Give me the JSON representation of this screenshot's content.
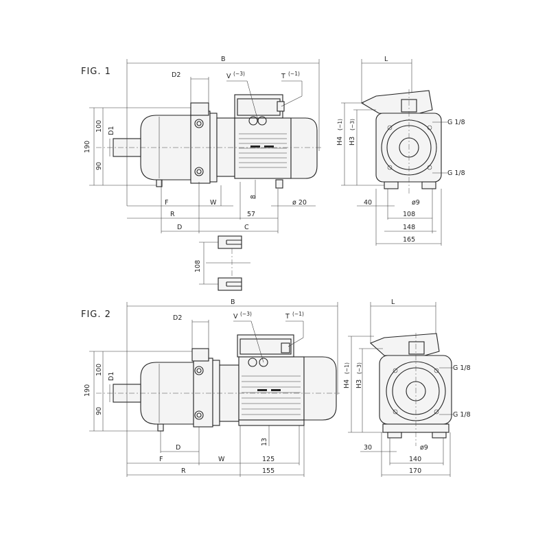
{
  "fig1": {
    "title": "FIG. 1",
    "labels": {
      "B": "B",
      "D2": "D2",
      "V": "V",
      "V_sup": "(~3)",
      "T": "T",
      "T_sup": "(~1)",
      "D1": "D1",
      "h190": "190",
      "h100": "100",
      "h90": "90",
      "F": "F",
      "W": "W",
      "R": "R",
      "D": "D",
      "C": "C",
      "d57": "57",
      "d8": "8",
      "phi20": "ø 20",
      "d108": "108"
    }
  },
  "fig1_side": {
    "labels": {
      "L": "L",
      "H4": "H4",
      "H4_sup": "(~1)",
      "H3": "H3",
      "H3_sup": "(~3)",
      "g1": "G 1/8",
      "g2": "G 1/8",
      "d40": "40",
      "phi9": "ø9",
      "d108": "108",
      "d148": "148",
      "d165": "165"
    }
  },
  "fig2": {
    "title": "FIG. 2",
    "labels": {
      "B": "B",
      "D2": "D2",
      "V": "V",
      "V_sup": "(~3)",
      "T": "T",
      "T_sup": "(~1)",
      "D1": "D1",
      "h190": "190",
      "h100": "100",
      "h90": "90",
      "F": "F",
      "D": "D",
      "W": "W",
      "d125": "125",
      "R": "R",
      "d155": "155",
      "d13": "13"
    }
  },
  "fig2_side": {
    "labels": {
      "L": "L",
      "H4": "H4",
      "H4_sup": "(~1)",
      "H3": "H3",
      "H3_sup": "(~3)",
      "g1": "G 1/8",
      "g2": "G 1/8",
      "d30": "30",
      "phi9": "ø9",
      "d140": "140",
      "d170": "170"
    }
  }
}
